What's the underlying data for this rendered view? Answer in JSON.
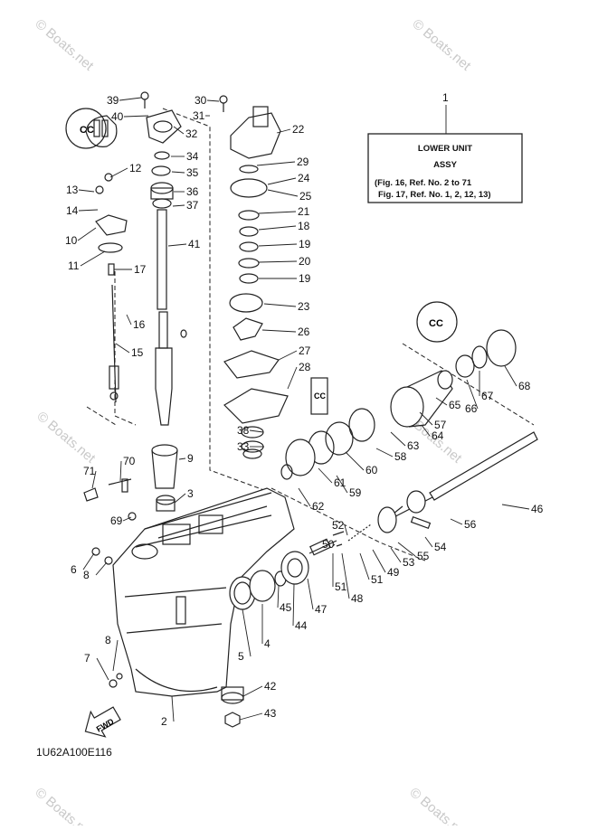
{
  "diagram": {
    "part_code": "1U62A100E116",
    "fwd_label": "FWD",
    "watermark": "© Boats.net",
    "callout_box": {
      "number": "1",
      "line1": "LOWER UNIT",
      "line2": "ASSY",
      "line3": "(Fig. 16, Ref. No. 2 to 71",
      "line4": "Fig. 17, Ref. No. 1, 2, 12, 13)"
    },
    "callouts": [
      "2",
      "3",
      "4",
      "5",
      "6",
      "7",
      "8",
      "8",
      "9",
      "10",
      "11",
      "12",
      "13",
      "14",
      "15",
      "16",
      "17",
      "18",
      "19",
      "19",
      "20",
      "21",
      "22",
      "23",
      "24",
      "25",
      "26",
      "27",
      "28",
      "29",
      "30",
      "31",
      "32",
      "33",
      "34",
      "35",
      "36",
      "37",
      "38",
      "39",
      "40",
      "41",
      "42",
      "43",
      "44",
      "45",
      "46",
      "47",
      "48",
      "49",
      "50",
      "51",
      "51",
      "52",
      "53",
      "54",
      "55",
      "56",
      "57",
      "58",
      "59",
      "60",
      "61",
      "62",
      "63",
      "64",
      "65",
      "66",
      "67",
      "68",
      "69",
      "70",
      "71"
    ],
    "stamps": [
      "CC",
      "CC",
      "CC"
    ]
  }
}
